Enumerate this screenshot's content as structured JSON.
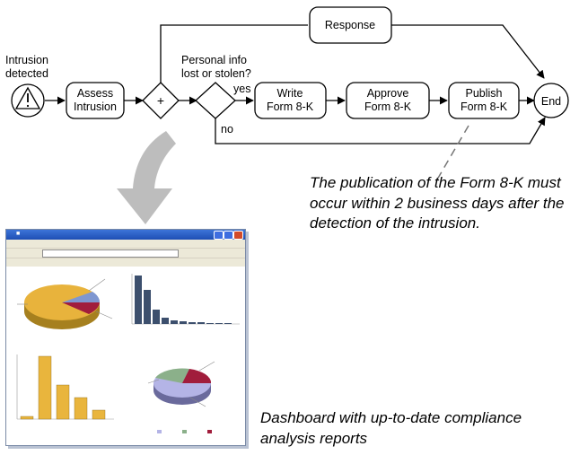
{
  "process": {
    "start_label_line1": "Intrusion",
    "start_label_line2": "detected",
    "assess_line1": "Assess",
    "assess_line2": "Intrusion",
    "parallel_gateway_symbol": "+",
    "decision_label_line1": "Personal info",
    "decision_label_line2": "lost or stolen?",
    "branch_yes": "yes",
    "branch_no": "no",
    "response": "Response",
    "write_line1": "Write",
    "write_line2": "Form 8-K",
    "approve_line1": "Approve",
    "approve_line2": "Form 8-K",
    "publish_line1": "Publish",
    "publish_line2": "Form 8-K",
    "end": "End"
  },
  "annotations": {
    "deadline": "The publication of the Form 8-K must occur within 2 business days after the detection of the intrusion.",
    "dashboard": "Dashboard with up-to-date compliance analysis reports"
  },
  "colors": {
    "arrow_gray": "#bdbdbd",
    "pie_gold": "#e8b33c",
    "pie_blue": "#7f97d0",
    "pie_red": "#a11d3c",
    "pie_green": "#8bb08a",
    "bar_navy": "#3c4f6d",
    "bar_gold": "#e9b53d"
  },
  "icons": {
    "start_event": "warning-icon"
  }
}
